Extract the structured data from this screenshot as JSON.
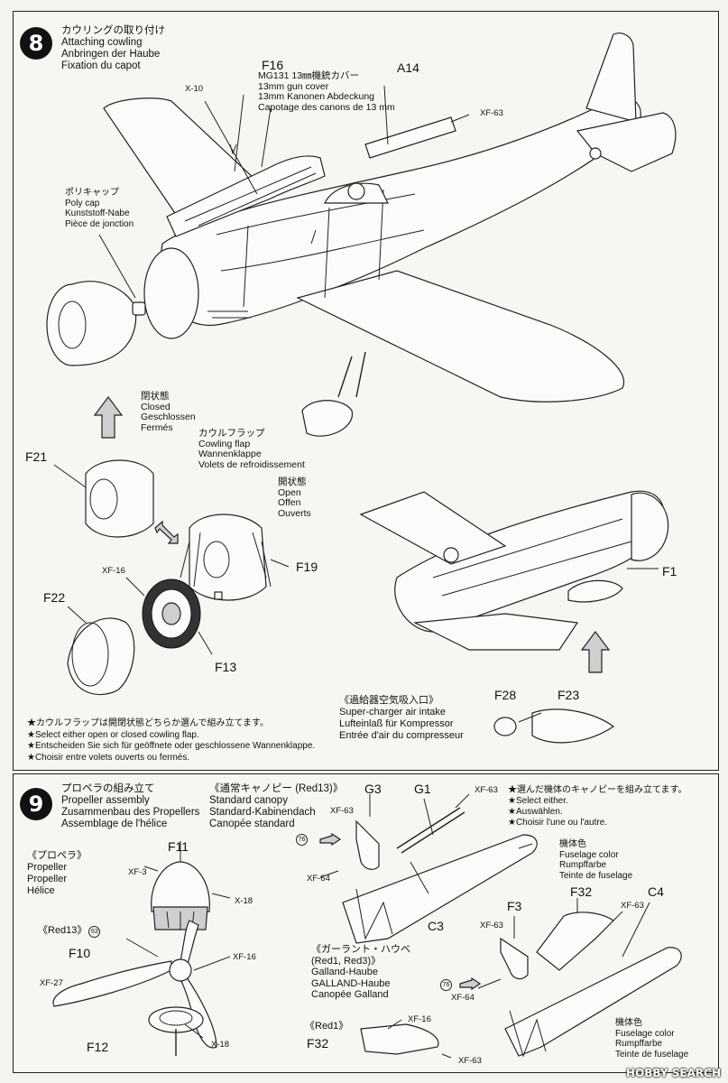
{
  "step8": {
    "number": "8",
    "title": [
      "カウリングの取り付け",
      "Attaching cowling",
      "Anbringen der Haube",
      "Fixation du capot"
    ],
    "parts": {
      "f16": "F16",
      "a14": "A14",
      "x10": "X-10",
      "xf63": "XF-63",
      "f21": "F21",
      "f22": "F22",
      "f13": "F13",
      "f19": "F19",
      "xf16": "XF-16",
      "f1": "F1",
      "f28": "F28",
      "f23": "F23"
    },
    "f16_caption": [
      "MG131 13㎜機銃カバー",
      "13mm gun cover",
      "13mm Kanonen Abdeckung",
      "Capotage des canons de 13 mm"
    ],
    "polycap": [
      "ポリキャップ",
      "Poly cap",
      "Kunststoff-Nabe",
      "Pièce de jonction"
    ],
    "closed": [
      "閉状態",
      "Closed",
      "Geschlossen",
      "Fermés"
    ],
    "cowling_flap": [
      "カウルフラップ",
      "Cowling flap",
      "Wannenklappe",
      "Volets de refroidissement"
    ],
    "open": [
      "開状態",
      "Open",
      "Offen",
      "Ouverts"
    ],
    "supercharger": [
      "《過給器空気吸入口》",
      "Super-charger air intake",
      "Lufteinlaß für Kompressor",
      "Entrée d'air du compresseur"
    ],
    "notes": [
      "★カウルフラップは開閉状態どちらか選んで組み立てます。",
      "★Select either open or closed cowling flap.",
      "★Entscheiden Sie sich für geöffnete oder geschlossene Wannenklappe.",
      "★Choisir entre volets ouverts ou fermés."
    ]
  },
  "step9": {
    "number": "9",
    "title": [
      "プロペラの組み立て",
      "Propeller assembly",
      "Zusammenbau des Propellers",
      "Assemblage de l'hélice"
    ],
    "propeller_heading": [
      "《プロペラ》",
      "Propeller",
      "Propeller",
      "Hélice"
    ],
    "standard_canopy": [
      "《通常キャノピー (Red13)》",
      "Standard canopy",
      "Standard-Kabinendach",
      "Canopée standard"
    ],
    "select_notes": [
      "★選んだ機体のキャノピーを組み立てます。",
      "★Select either.",
      "★Auswählen.",
      "★Choisir l'une ou l'autre."
    ],
    "galland": [
      "《ガーラント・ハウベ",
      "(Red1, Red3)》",
      "Galland-Haube",
      "GALLAND-Haube",
      "Canopée Galland"
    ],
    "red13": "《Red13》",
    "red13_num": "63",
    "red1": "《Red1》",
    "fuselage_color": [
      "機体色",
      "Fuselage color",
      "Rumpffarbe",
      "Teinte de fuselage"
    ],
    "parts": {
      "f11": "F11",
      "xf3": "XF-3",
      "x18": "X-18",
      "f10": "F10",
      "xf27": "XF-27",
      "xf16": "XF-16",
      "f12": "F12",
      "x18b": "X-18",
      "g3": "G3",
      "g1": "G1",
      "xf63": "XF-63",
      "xf64": "XF-64",
      "c3": "C3",
      "f3": "F3",
      "f32": "F32",
      "c4": "C4",
      "f32b": "F32",
      "num76": "76"
    }
  },
  "watermark": "HOBBY SEARCH"
}
